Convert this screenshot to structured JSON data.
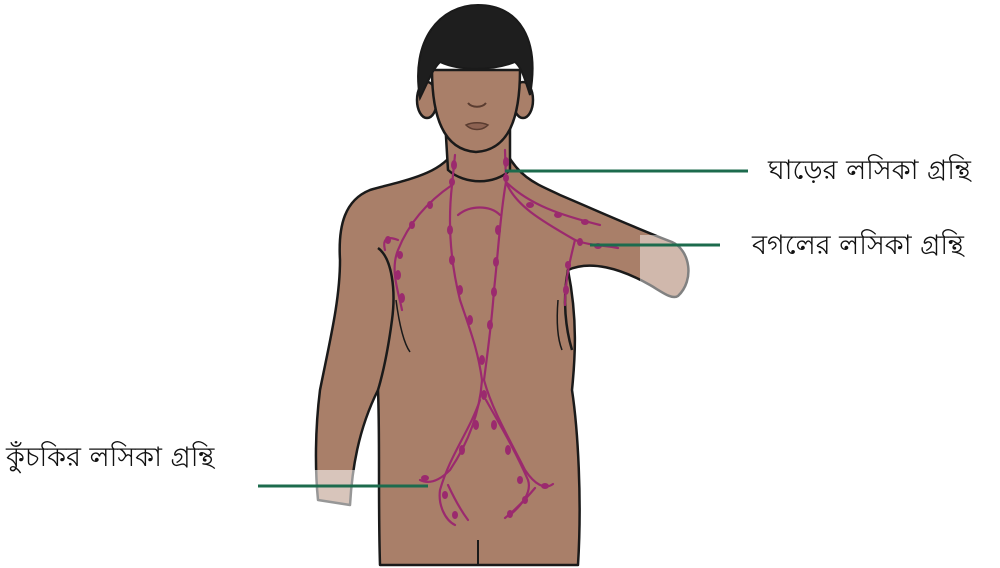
{
  "labels": {
    "neck": "ঘাড়ের লসিকা গ্রন্থি",
    "armpit": "বগলের লসিকা গ্রন্থি",
    "groin": "কুঁচকির লসিকা গ্রন্থি"
  },
  "colors": {
    "skin": "#a97f69",
    "skin_shadow": "#9a735f",
    "hair": "#1e1e1e",
    "outline": "#1a1a1a",
    "lymph": "#9b2a6e",
    "pointer": "#1c6b4d"
  }
}
